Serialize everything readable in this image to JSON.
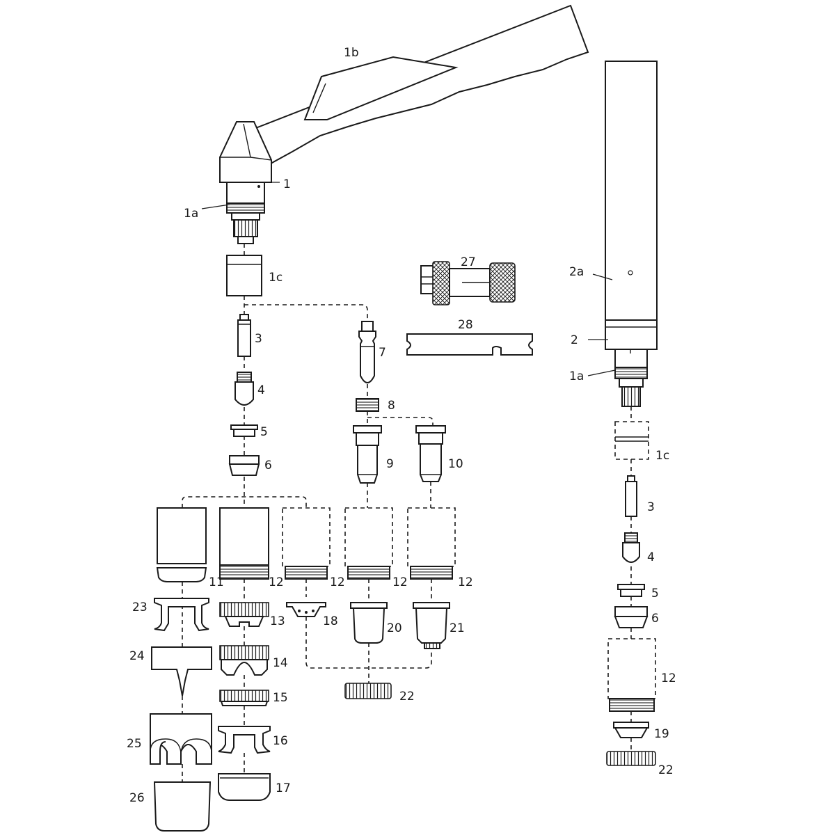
{
  "labels": {
    "l1b": "1b",
    "l1": "1",
    "l1a": "1a",
    "l1c": "1c",
    "l3": "3",
    "l4": "4",
    "l5": "5",
    "l6": "6",
    "l7": "7",
    "l8": "8",
    "l9": "9",
    "l10": "10",
    "l11": "11",
    "l12a": "12",
    "l12b": "12",
    "l12c": "12",
    "l12d": "12",
    "l13": "13",
    "l14": "14",
    "l15": "15",
    "l16": "16",
    "l17": "17",
    "l18": "18",
    "l20": "20",
    "l21": "21",
    "l22": "22",
    "l23": "23",
    "l24": "24",
    "l25": "25",
    "l26": "26",
    "l27": "27",
    "l28": "28",
    "r2a": "2a",
    "r2": "2",
    "r1a": "1a",
    "r1c": "1c",
    "r3": "3",
    "r4": "4",
    "r5": "5",
    "r6": "6",
    "r12": "12",
    "r19": "19",
    "r22": "22"
  }
}
